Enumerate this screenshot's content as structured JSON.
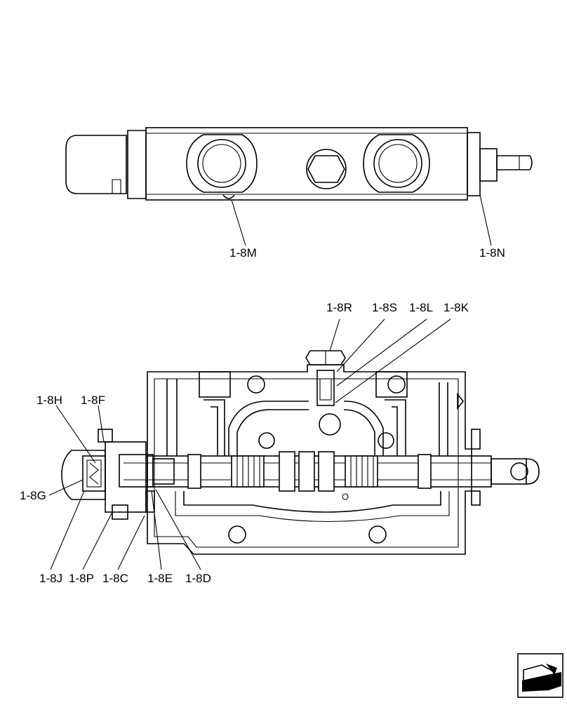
{
  "diagram": {
    "top_view_labels": {
      "m": "1-8M",
      "n": "1-8N"
    },
    "section_view_labels": {
      "r": "1-8R",
      "s": "1-8S",
      "l": "1-8L",
      "k": "1-8K",
      "h": "1-8H",
      "f": "1-8F",
      "g": "1-8G",
      "j": "1-8J",
      "p": "1-8P",
      "c": "1-8C",
      "e": "1-8E",
      "d": "1-8D"
    },
    "nav_icon": "next-page-arrow-icon"
  }
}
